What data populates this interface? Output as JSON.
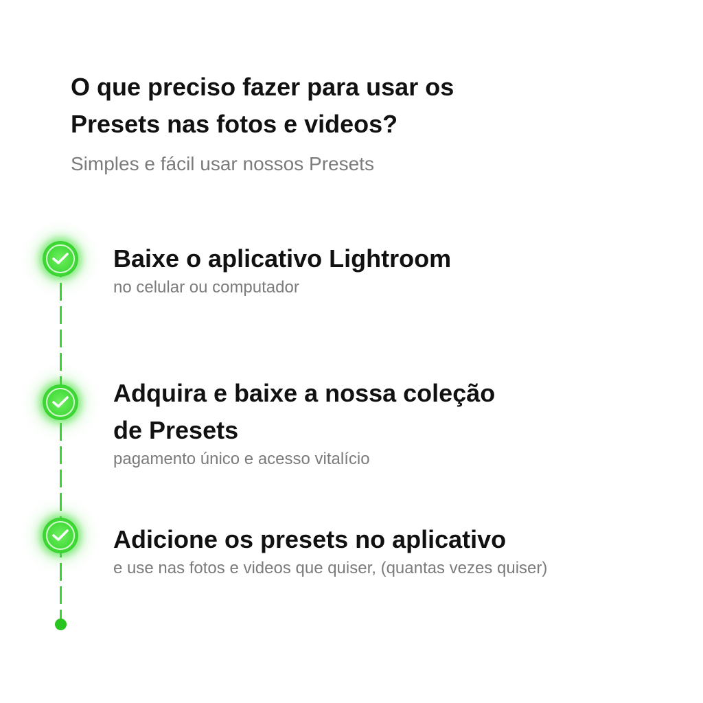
{
  "header": {
    "title_line1": "O que preciso fazer para usar os",
    "title_line2": "Presets nas fotos e videos?",
    "subtitle": "Simples e fácil usar nossos Presets"
  },
  "steps": [
    {
      "title_lines": [
        "Baixe o aplicativo Lightroom"
      ],
      "description": "no celular ou computador"
    },
    {
      "title_lines": [
        "Adquira e baixe a nossa coleção",
        "de Presets"
      ],
      "description": "pagamento único e acesso vitalício"
    },
    {
      "title_lines": [
        "Adicione os presets no aplicativo"
      ],
      "description": "e use nas fotos e videos que quiser, (quantas vezes quiser)"
    }
  ],
  "icons": {
    "step_marker": "check-circle-icon",
    "timeline_end": "dot-icon"
  },
  "colors": {
    "accent_green": "#3fd836",
    "title_text": "#111111",
    "muted_text": "#7b7b7b",
    "background": "#ffffff"
  }
}
